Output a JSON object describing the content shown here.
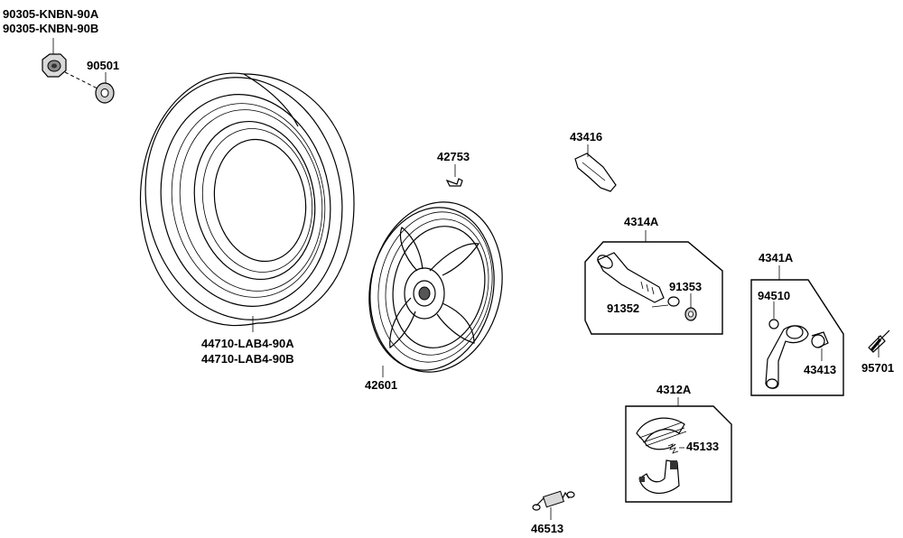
{
  "diagram": {
    "labels": {
      "nut_a": "90305-KNBN-90A",
      "nut_b": "90305-KNBN-90B",
      "washer": "90501",
      "tire_a": "44710-LAB4-90A",
      "tire_b": "44710-LAB4-90B",
      "wheel": "42601",
      "valve": "42753",
      "shield": "43416",
      "camshaft_set": "4314A",
      "ring_91353": "91353",
      "ring_91352": "91352",
      "arm_set": "4341A",
      "clip_94510": "94510",
      "pin_43413": "43413",
      "bolt_95701": "95701",
      "shoe_set": "4312A",
      "spring_45133": "45133",
      "spring_46513": "46513"
    }
  }
}
